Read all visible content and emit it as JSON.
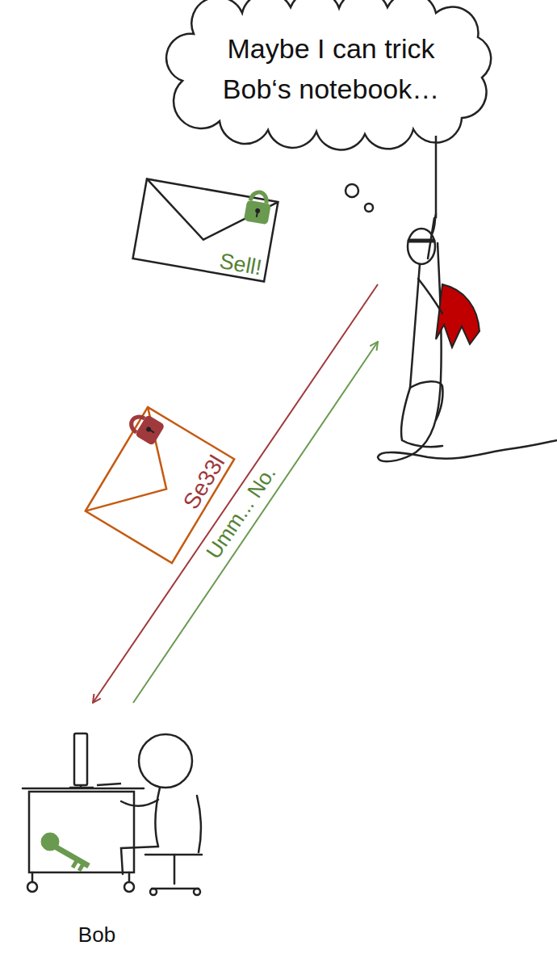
{
  "diagram": {
    "nodes": [
      {
        "text": [
          "Maybe I can trick Bob‘s notebook…"
        ]
      },
      {
        "text": [
          "Sell!"
        ]
      },
      {
        "text": [
          "Se33l"
        ]
      },
      {
        "text": [
          "Bob"
        ]
      }
    ],
    "edges": [
      {
        "from": 0,
        "to": 3,
        "arrow": "to"
      },
      {
        "from": 3,
        "to": 0,
        "label": "Umm... No.",
        "arrow": "to"
      }
    ]
  }
}
